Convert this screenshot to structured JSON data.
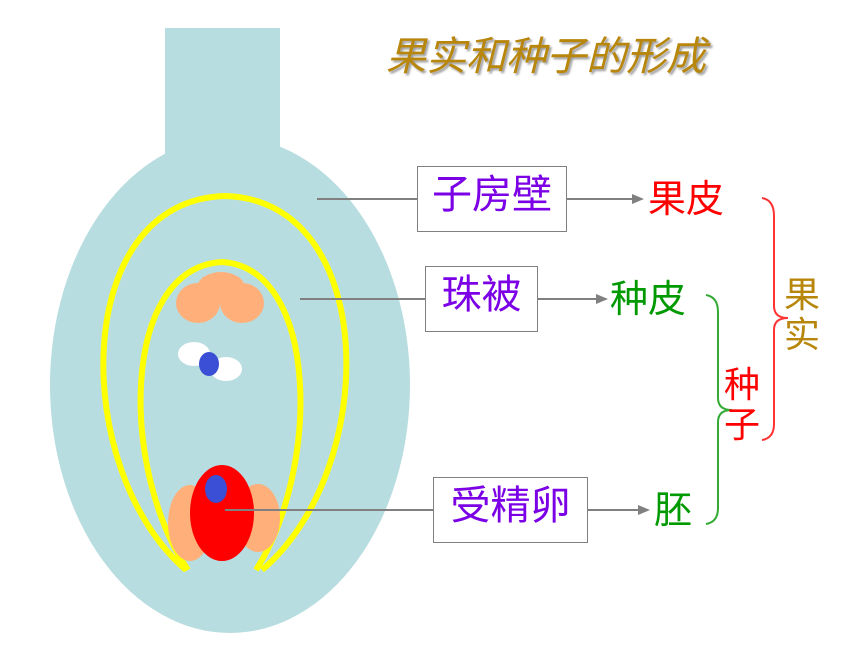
{
  "title": "果实和种子的形成",
  "boxes": {
    "ovary_wall": "子房壁",
    "integument": "珠被",
    "fertilized_egg": "受精卵"
  },
  "results": {
    "pericarp": "果皮",
    "seed_coat": "种皮",
    "embryo": "胚"
  },
  "groups": {
    "seed": "种子",
    "fruit": "果实"
  },
  "colors": {
    "title": "#b8860b",
    "box_text": "#7b00e6",
    "pericarp": "#ff0000",
    "seed_coat": "#009900",
    "embryo": "#009900",
    "seed": "#ff0000",
    "fruit": "#b8860b",
    "ovary": "#b8dde0",
    "ovule_outline": "#ffff00",
    "egg": "#ff0000",
    "nucleus": "#3a4fd6",
    "synergid": "#ffb07a"
  }
}
